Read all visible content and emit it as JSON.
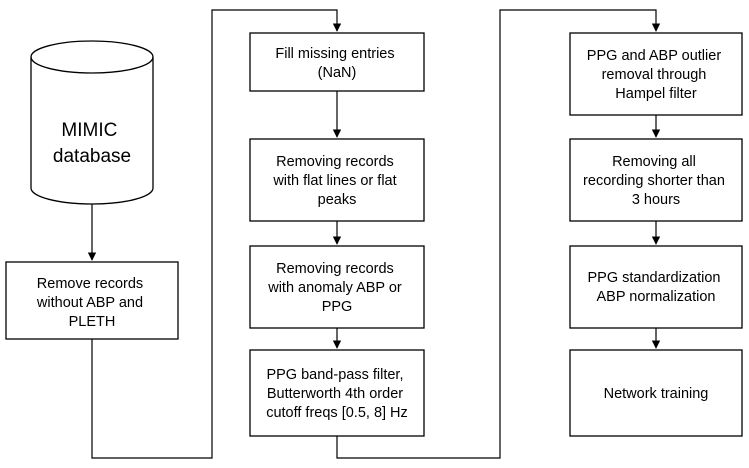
{
  "nodes": {
    "mimic_database": {
      "lines": [
        "MIMIC",
        "database"
      ]
    },
    "remove_records": {
      "lines": [
        "Remove records",
        "without ABP and",
        "PLETH"
      ]
    },
    "fill_missing": {
      "lines": [
        "Fill missing entries",
        "(NaN)"
      ]
    },
    "remove_flat": {
      "lines": [
        "Removing records",
        "with flat lines or flat",
        "peaks"
      ]
    },
    "remove_anomaly": {
      "lines": [
        "Removing records",
        "with anomaly ABP or",
        "PPG"
      ]
    },
    "bandpass_filter": {
      "lines": [
        "PPG band-pass filter,",
        "Butterworth 4th order",
        "cutoff freqs [0.5, 8] Hz"
      ]
    },
    "outlier_removal": {
      "lines": [
        "PPG and ABP outlier",
        "removal through",
        "Hampel filter"
      ]
    },
    "remove_short": {
      "lines": [
        "Removing all",
        "recording shorter than",
        "3 hours"
      ]
    },
    "standardization": {
      "lines": [
        "PPG standardization",
        "ABP normalization"
      ]
    },
    "network_training": {
      "lines": [
        "Network training"
      ]
    }
  }
}
